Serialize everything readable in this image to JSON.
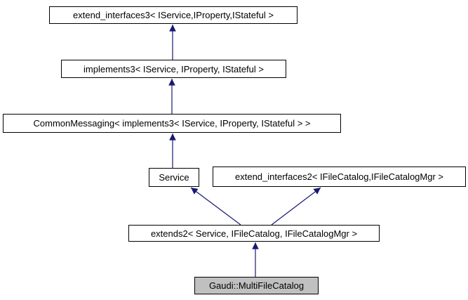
{
  "diagram": {
    "type": "class-inheritance-diagram",
    "nodes": [
      {
        "id": "extend_interfaces3",
        "label": "extend_interfaces3< IService,IProperty,IStateful >",
        "highlighted": false
      },
      {
        "id": "implements3",
        "label": "implements3< IService, IProperty, IStateful >",
        "highlighted": false
      },
      {
        "id": "common_messaging",
        "label": "CommonMessaging< implements3< IService, IProperty, IStateful > >",
        "highlighted": false
      },
      {
        "id": "service",
        "label": "Service",
        "highlighted": false
      },
      {
        "id": "extend_interfaces2",
        "label": "extend_interfaces2< IFileCatalog,IFileCatalogMgr >",
        "highlighted": false
      },
      {
        "id": "extends2",
        "label": "extends2< Service, IFileCatalog, IFileCatalogMgr >",
        "highlighted": false
      },
      {
        "id": "gaudi_multifilecatalog",
        "label": "Gaudi::MultiFileCatalog",
        "highlighted": true
      }
    ],
    "edges": [
      {
        "from": "implements3",
        "to": "extend_interfaces3",
        "relation": "inherits"
      },
      {
        "from": "common_messaging",
        "to": "implements3",
        "relation": "inherits"
      },
      {
        "from": "service",
        "to": "common_messaging",
        "relation": "inherits"
      },
      {
        "from": "extends2",
        "to": "service",
        "relation": "inherits"
      },
      {
        "from": "extends2",
        "to": "extend_interfaces2",
        "relation": "inherits"
      },
      {
        "from": "gaudi_multifilecatalog",
        "to": "extends2",
        "relation": "inherits"
      }
    ],
    "colors": {
      "edge": "#191970",
      "node_border": "#000000",
      "node_background": "#ffffff",
      "highlight_background": "#c0c0c0",
      "text": "#000000"
    }
  }
}
